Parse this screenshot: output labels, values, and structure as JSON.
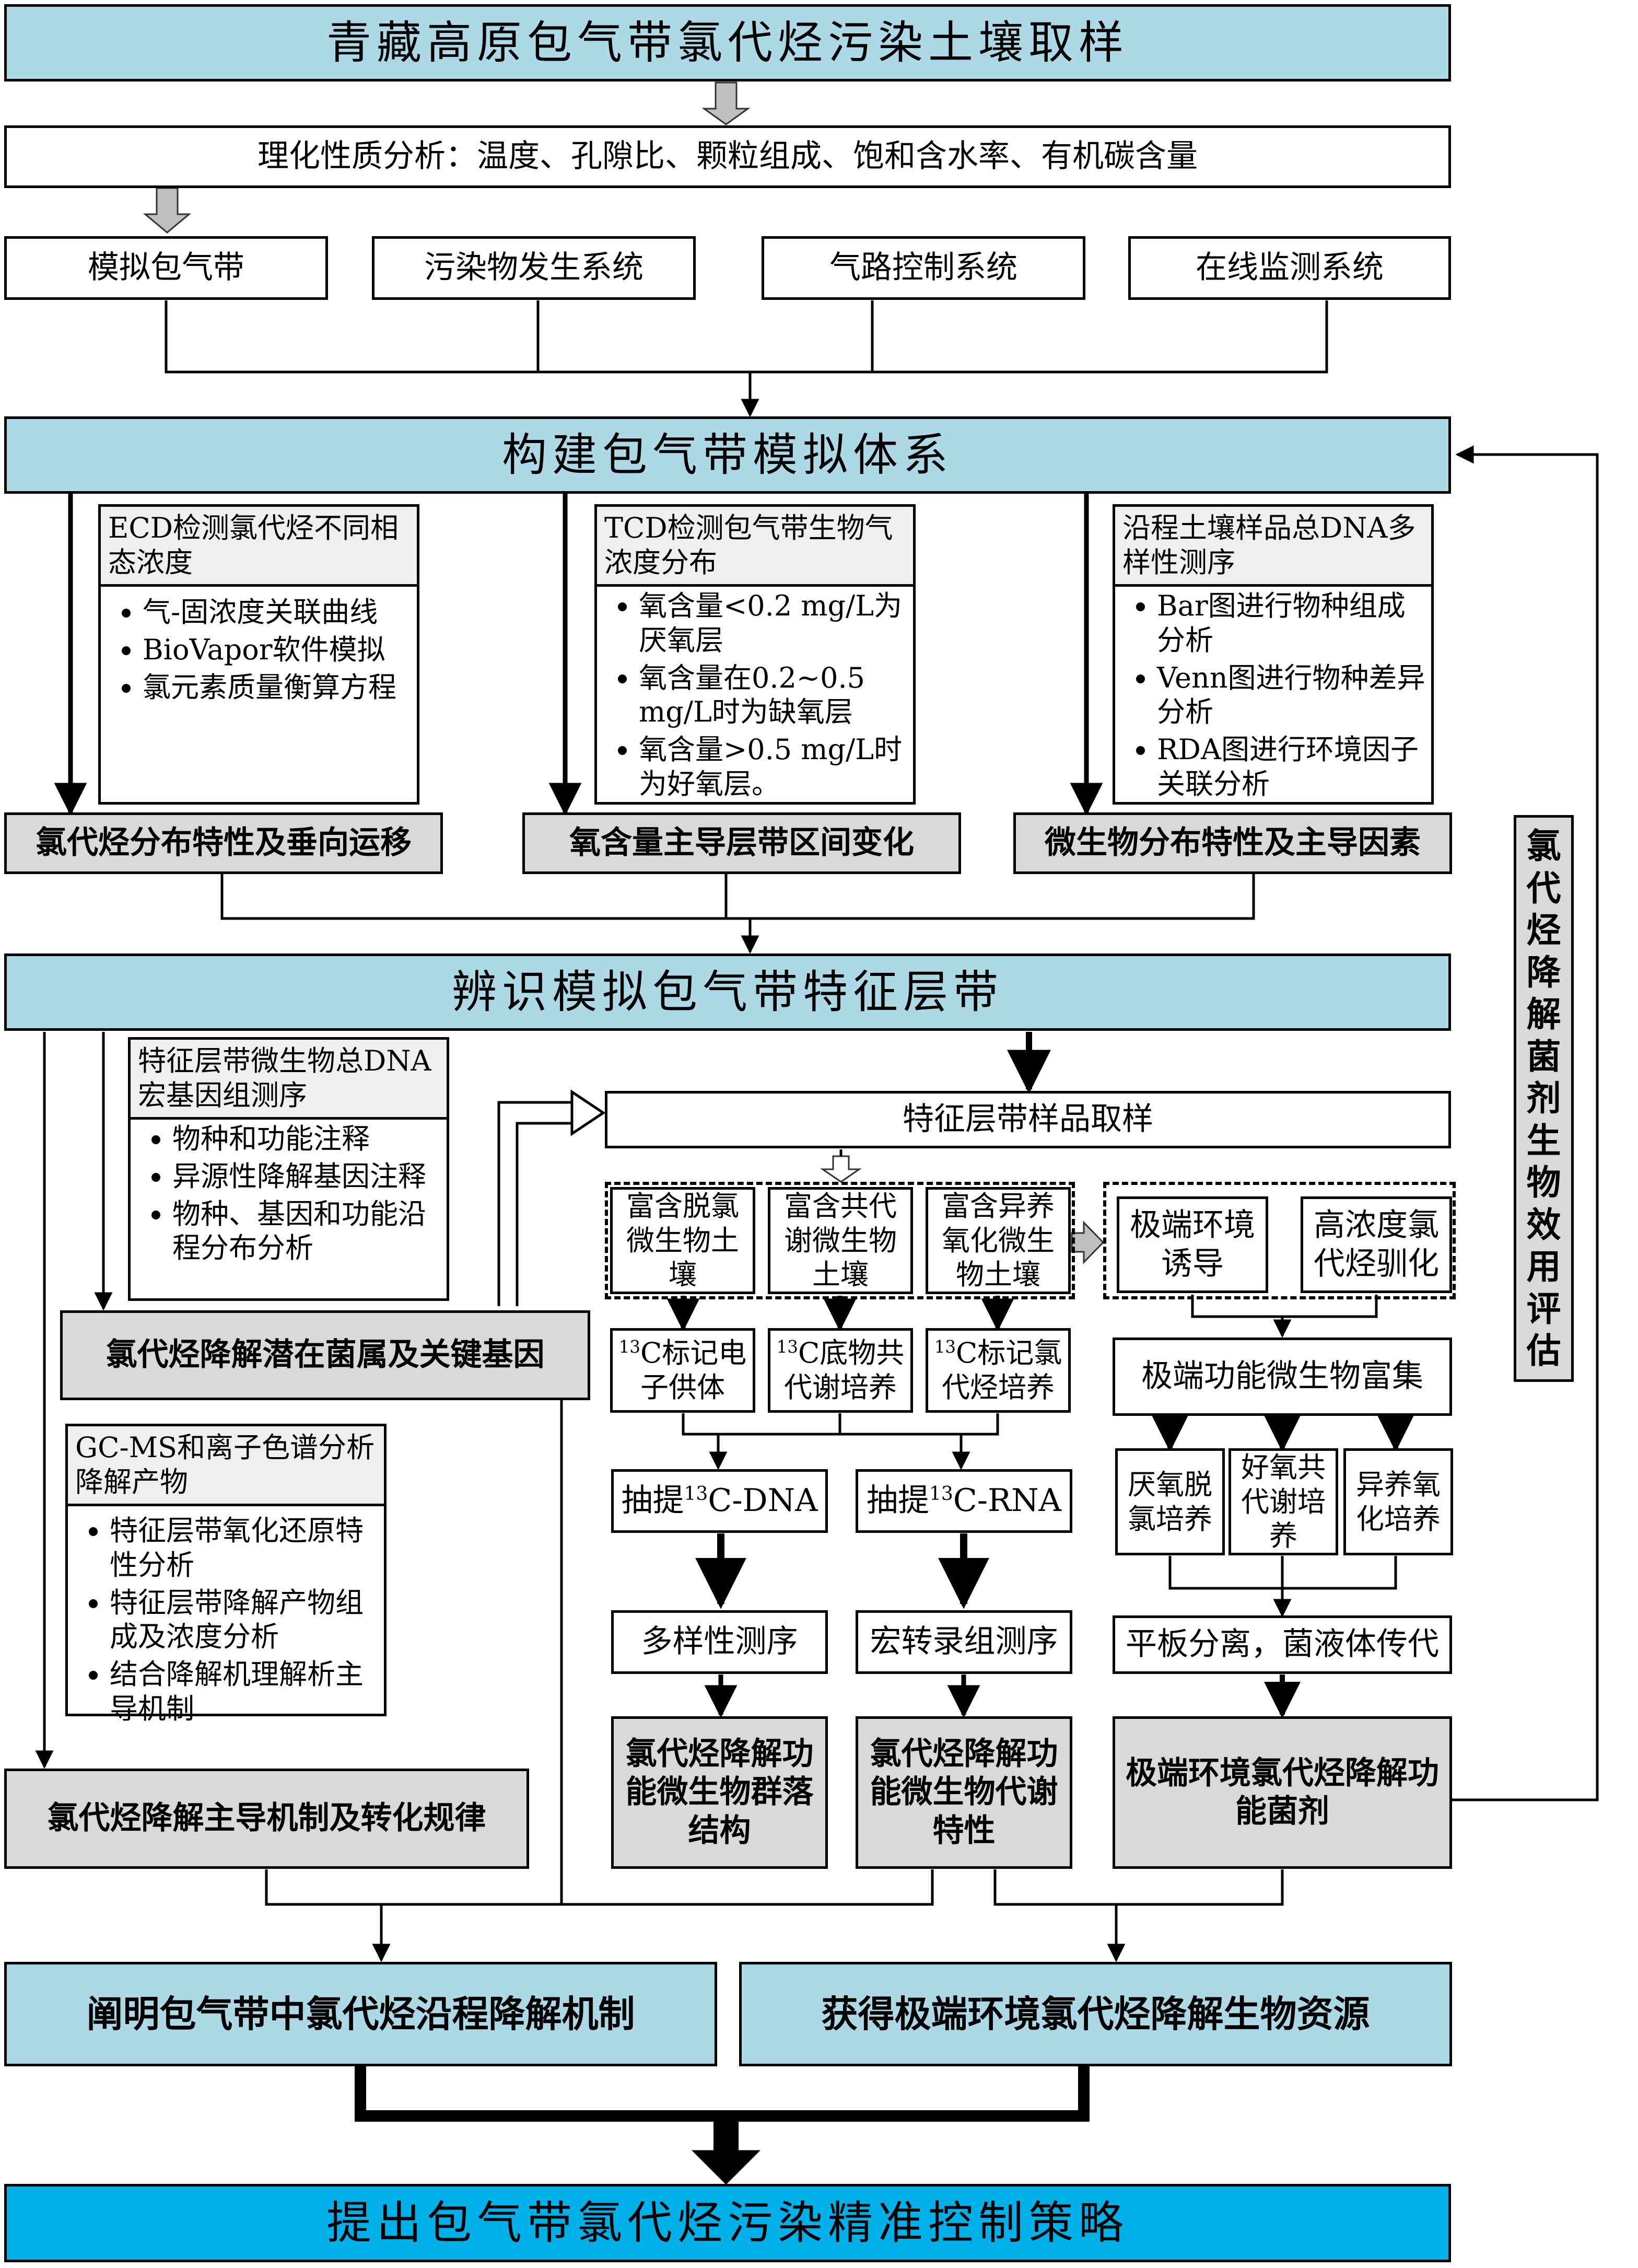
{
  "top": {
    "title": "青藏高原包气带氯代烃污染土壤取样",
    "physchem": "理化性质分析：温度、孔隙比、颗粒组成、饱和含水率、有机碳含量",
    "systems": [
      "模拟包气带",
      "污染物发生系统",
      "气路控制系统",
      "在线监测系统"
    ]
  },
  "build": {
    "title": "构建包气带模拟体系",
    "panels": [
      {
        "header": "ECD检测氯代烃不同相态浓度",
        "items": [
          "气-固浓度关联曲线",
          "BioVapor软件模拟",
          "氯元素质量衡算方程"
        ]
      },
      {
        "header": "TCD检测包气带生物气浓度分布",
        "items": [
          "氧含量<0.2 mg/L为厌氧层",
          "氧含量在0.2~0.5 mg/L时为缺氧层",
          "氧含量>0.5 mg/L时为好氧层。"
        ]
      },
      {
        "header": "沿程土壤样品总DNA多样性测序",
        "items": [
          "Bar图进行物种组成分析",
          "Venn图进行物种差异分析",
          "RDA图进行环境因子关联分析"
        ]
      }
    ],
    "results": [
      "氯代烃分布特性及垂向运移",
      "氧含量主导层带区间变化",
      "微生物分布特性及主导因素"
    ]
  },
  "side_label": "氯代烃降解菌剂生物效用评估",
  "identify": {
    "title": "辨识模拟包气带特征层带",
    "metagenome_panel": {
      "header": "特征层带微生物总DNA宏基因组测序",
      "items": [
        "物种和功能注释",
        "异源性降解基因注释",
        "物种、基因和功能沿程分布分析"
      ]
    },
    "genus_result": "氯代烃降解潜在菌属及关键基因",
    "gcms_panel": {
      "header": "GC-MS和离子色谱分析降解产物",
      "items": [
        "特征层带氧化还原特性分析",
        "特征层带降解产物组成及浓度分析",
        "结合降解机理解析主导机制"
      ]
    },
    "mechanism_result": "氯代烃降解主导机制及转化规律",
    "sampling": "特征层带样品取样",
    "soils": [
      "富含脱氯微生物土壤",
      "富含共代谢微生物土壤",
      "富含异养氧化微生物土壤"
    ],
    "extreme": [
      "极端环境诱导",
      "高浓度氯代烃驯化"
    ],
    "c13": [
      {
        "sup": "13",
        "text": "C标记电子供体"
      },
      {
        "sup": "13",
        "text": "C底物共代谢培养"
      },
      {
        "sup": "13",
        "text": "C标记氯代烃培养"
      }
    ],
    "extract": [
      {
        "pre": "抽提",
        "sup": "13",
        "post": "C-DNA"
      },
      {
        "pre": "抽提",
        "sup": "13",
        "post": "C-RNA"
      }
    ],
    "seq": [
      "多样性测序",
      "宏转录组测序"
    ],
    "seq_results": [
      "氯代烃降解功能微生物群落结构",
      "氯代烃降解功能微生物代谢特性"
    ],
    "enrich": "极端功能微生物富集",
    "cultures": [
      "厌氧脱氯培养",
      "好氧共代谢培养",
      "异养氧化培养"
    ],
    "plate": "平板分离，菌液体传代",
    "agent": "极端环境氯代烃降解功能菌剂"
  },
  "bottom": {
    "left": "阐明包气带中氯代烃沿程降解机制",
    "right": "获得极端环境氯代烃降解生物资源",
    "final": "提出包气带氯代烃污染精准控制策略"
  }
}
